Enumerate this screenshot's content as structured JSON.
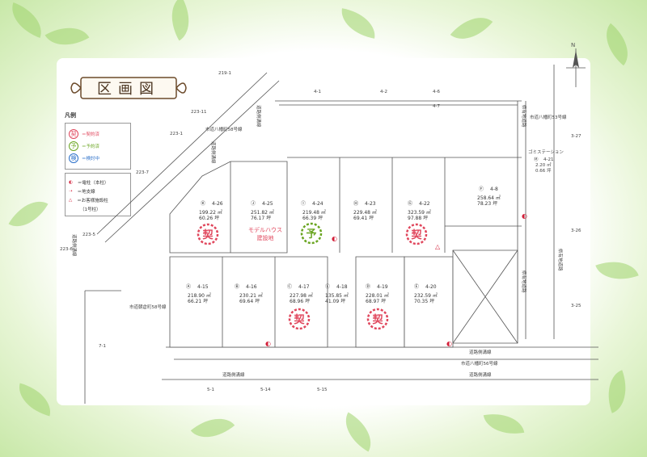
{
  "title": "区画図",
  "legend": {
    "header": "凡例",
    "contracted_mark": "契",
    "contracted": "＝契約済",
    "reserved_mark": "予",
    "reserved": "＝予約済",
    "reviewing_mark": "検",
    "reviewing": "＝検討中",
    "pole": "＝電柱（本柱）",
    "branch": "＝地支線",
    "hydrant": "＝お客様施設柱",
    "hydrant_sub": "（1号柱）"
  },
  "lots": [
    {
      "letter": "Ⓚ",
      "no": "4-26",
      "sqm": "199.22 ㎡",
      "tsubo": "60.26 坪",
      "status": "契"
    },
    {
      "letter": "Ⓙ",
      "no": "4-25",
      "sqm": "251.82 ㎡",
      "tsubo": "76.17 坪",
      "status": ""
    },
    {
      "letter": "Ⓘ",
      "no": "4-24",
      "sqm": "219.48 ㎡",
      "tsubo": "66.39 坪",
      "status": "予"
    },
    {
      "letter": "Ⓗ",
      "no": "4-23",
      "sqm": "229.48 ㎡",
      "tsubo": "69.41 坪",
      "status": ""
    },
    {
      "letter": "Ⓖ",
      "no": "4-22",
      "sqm": "323.59 ㎡",
      "tsubo": "97.88 坪",
      "status": "契"
    },
    {
      "letter": "Ⓕ",
      "no": "4-8",
      "sqm": "258.64 ㎡",
      "tsubo": "78.23 坪",
      "status": ""
    },
    {
      "letter": "Ⓐ",
      "no": "4-15",
      "sqm": "218.90 ㎡",
      "tsubo": "66.21 坪",
      "status": ""
    },
    {
      "letter": "Ⓑ",
      "no": "4-16",
      "sqm": "230.21 ㎡",
      "tsubo": "69.64 坪",
      "status": ""
    },
    {
      "letter": "Ⓒ",
      "no": "4-17",
      "sqm": "227.98 ㎡",
      "tsubo": "68.96 坪",
      "status": "契"
    },
    {
      "letter": "Ⓛ",
      "no": "4-18",
      "sqm": "135.85 ㎡",
      "tsubo": "41.09 坪",
      "status": ""
    },
    {
      "letter": "Ⓓ",
      "no": "4-19",
      "sqm": "228.01 ㎡",
      "tsubo": "68.97 坪",
      "status": "契"
    },
    {
      "letter": "Ⓔ",
      "no": "4-20",
      "sqm": "232.59 ㎡",
      "tsubo": "70.35 坪",
      "status": ""
    }
  ],
  "model_house": [
    "モデルハウス",
    "建設地"
  ],
  "garbage": {
    "label": "ゴミステーション",
    "letter": "Ⓜ",
    "no": "4-21",
    "sqm": "2.20 ㎡",
    "tsubo": "0.66 坪"
  },
  "roads": {
    "hachiman58": "市道八幡町58号線",
    "hachiman53": "市道八幡町53号線",
    "hachiman56": "市道八幡町56号線",
    "asakura58": "市道朝倉町58号線",
    "ditch_left": "道路側溝線",
    "ditch_right": "道路側溝線",
    "ditch_bottom": "道路側溝線",
    "ditch_bottom2": "道路側溝線",
    "right_vert": "県有地道路",
    "right_vert2": "県有地道路",
    "right_top": "県有地道路"
  },
  "neighbors": {
    "n219": "219-1",
    "n223_11": "223-11",
    "n223_1": "223-1",
    "n223_7": "223-7",
    "n223_5": "223-5",
    "n223_6": "223-6",
    "n4_1": "4-1",
    "n4_2": "4-2",
    "n4_6": "4-6",
    "n4_7": "4-7",
    "n3_27": "3-27",
    "n3_26": "3-26",
    "n3_25": "3-25",
    "n7_1": "7-1",
    "n5_1": "5-1",
    "n5_14": "5-14",
    "n5_15": "5-15"
  },
  "compass": "N",
  "colors": {
    "contracted": "#e0465c",
    "reserved": "#6aa521",
    "reviewing": "#2a6fc9",
    "line": "#555555"
  }
}
